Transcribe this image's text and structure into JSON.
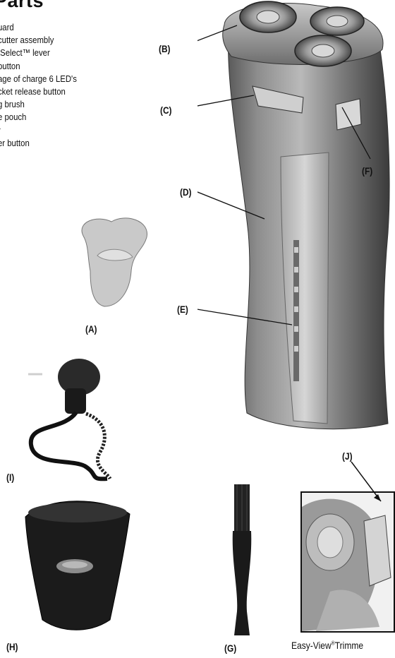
{
  "heading": "Parts",
  "parts_list": [
    "uard",
    "cutter assembly",
    "tSelect™ lever",
    "button",
    "age of charge 6 LED's",
    "cket release button",
    "g brush",
    "e pouch",
    "r",
    "er button"
  ],
  "callouts": {
    "A": "(A)",
    "B": "(B)",
    "C": "(C)",
    "D": "(D)",
    "E": "(E)",
    "F": "(F)",
    "G": "(G)",
    "H": "(H)",
    "I": "(I)",
    "J": "(J)"
  },
  "caption": {
    "brand": "Easy-View",
    "mark": "®",
    "rest": "Trimme"
  }
}
